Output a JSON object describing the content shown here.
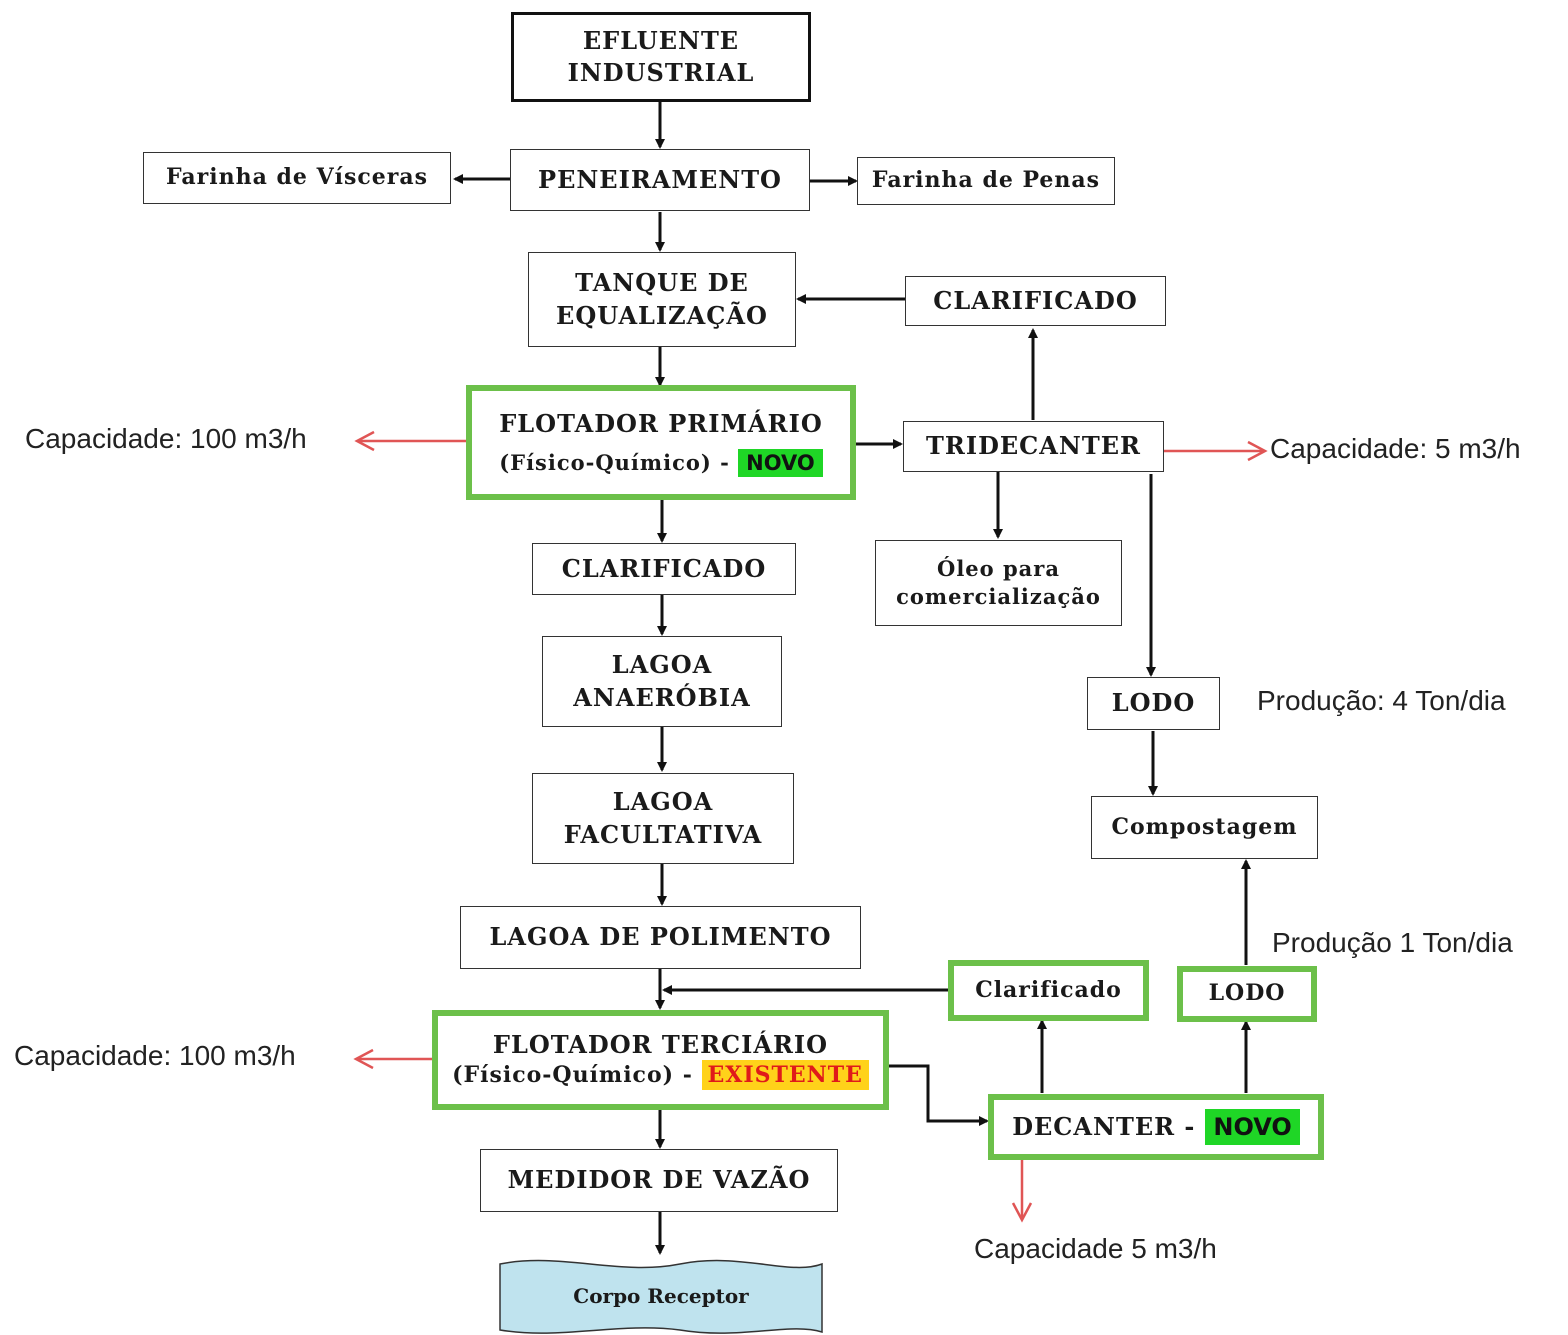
{
  "colors": {
    "novo_tag": "#1fd626",
    "existente_tag": "#ffd21a",
    "existente_text": "#e01a1a",
    "highlight_border": "#6cc04a",
    "note_arrow": "#e05555",
    "water": "#bfe3ee"
  },
  "boxes": {
    "efluente": {
      "line1": "EFLUENTE",
      "line2": "INDUSTRIAL"
    },
    "peneiramento": "PENEIRAMENTO",
    "farinha_visceras": "Farinha de Vísceras",
    "farinha_penas": "Farinha de Penas",
    "tanque": {
      "line1": "TANQUE DE",
      "line2": "EQUALIZAÇÃO"
    },
    "clarificado_top": "CLARIFICADO",
    "flotador_primario": {
      "line1": "FLOTADOR PRIMÁRIO",
      "line2": "(Físico-Químico) -",
      "tag": "NOVO"
    },
    "tridecanter": "TRIDECANTER",
    "clarificado_mid": "CLARIFICADO",
    "oleo": {
      "line1": "Óleo para",
      "line2": "comercialização"
    },
    "lagoa_anaerobia": {
      "line1": "LAGOA",
      "line2": "ANAERÓBIA"
    },
    "lodo_upper": "LODO",
    "lagoa_facultativa": {
      "line1": "LAGOA",
      "line2": "FACULTATIVA"
    },
    "compostagem": "Compostagem",
    "lagoa_polimento": "LAGOA DE POLIMENTO",
    "clarificado_lower": "Clarificado",
    "lodo_lower": "LODO",
    "flotador_terciario": {
      "line1": "FLOTADOR TERCIÁRIO",
      "line2": "(Físico-Químico) -",
      "tag": "EXISTENTE"
    },
    "decanter": {
      "label": "DECANTER -",
      "tag": "NOVO"
    },
    "medidor": "MEDIDOR DE VAZÃO",
    "corpo_receptor": "Corpo Receptor"
  },
  "notes": {
    "cap_primario": "Capacidade: 100 m3/h",
    "cap_tridecanter": "Capacidade: 5 m3/h",
    "producao_4": "Produção: 4 Ton/dia",
    "producao_1": "Produção 1 Ton/dia",
    "cap_terciario": "Capacidade: 100 m3/h",
    "cap_decanter": "Capacidade 5 m3/h"
  }
}
